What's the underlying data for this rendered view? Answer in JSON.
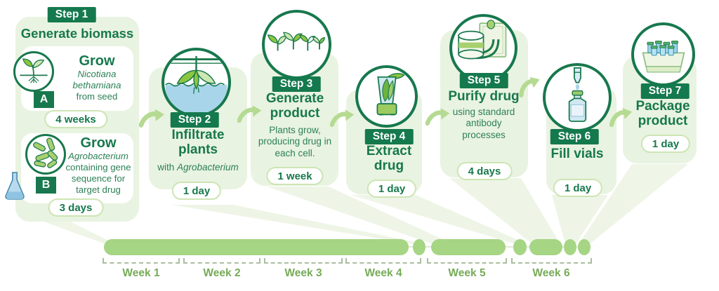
{
  "steps": [
    {
      "badge": "Step 1",
      "title": "Generate biomass",
      "branches": [
        {
          "label": "A",
          "action": "Grow",
          "species": "Nicotiana bethamiana",
          "detail": "from seed",
          "duration": "4 weeks",
          "icon": "seedling-icon"
        },
        {
          "label": "B",
          "action": "Grow",
          "species": "Agrobacterium",
          "detail": "containing gene sequence for target drug",
          "duration": "3 days",
          "icon": "bacteria-icon"
        }
      ]
    },
    {
      "badge": "Step 2",
      "title": "Infiltrate\nplants",
      "subtitle_prefix": "with ",
      "subtitle_species": "Agrobacterium",
      "duration": "1 day",
      "icon": "plant-infiltration-icon"
    },
    {
      "badge": "Step 3",
      "title": "Generate\nproduct",
      "description": "Plants grow, producing drug in each cell.",
      "duration": "1 week",
      "icon": "seedlings-row-icon"
    },
    {
      "badge": "Step 4",
      "title": "Extract\ndrug",
      "duration": "1 day",
      "icon": "blender-icon"
    },
    {
      "badge": "Step 5",
      "title": "Purify drug",
      "description": "using standard antibody processes",
      "duration": "4 days",
      "icon": "purification-icon"
    },
    {
      "badge": "Step 6",
      "title": "Fill vials",
      "duration": "1 day",
      "icon": "vial-dropper-icon"
    },
    {
      "badge": "Step 7",
      "title": "Package\nproduct",
      "duration": "1 day",
      "icon": "packaged-vials-icon"
    }
  ],
  "timeline": {
    "weeks": [
      "Week 1",
      "Week 2",
      "Week 3",
      "Week 4",
      "Week 5",
      "Week 6"
    ],
    "segments": [
      {
        "step": "Step 1",
        "shape": "bar",
        "duration": "4 weeks"
      },
      {
        "step": "Step 2",
        "shape": "dot",
        "duration": "1 day"
      },
      {
        "step": "Step 3",
        "shape": "bar",
        "duration": "1 week"
      },
      {
        "step": "Step 4",
        "shape": "dot",
        "duration": "1 day"
      },
      {
        "step": "Step 5",
        "shape": "bar",
        "duration": "4 days"
      },
      {
        "step": "Step 6",
        "shape": "dot",
        "duration": "1 day"
      },
      {
        "step": "Step 7",
        "shape": "dot",
        "duration": "1 day"
      }
    ]
  },
  "colors": {
    "dark_green": "#15794e",
    "light_block": "#e9f3e1",
    "bar_green": "#a6d584",
    "week_label_green": "#76ab58",
    "pill_border": "#cde5b4",
    "water_blue": "#a9d5ea",
    "leaf_green": "#8cc63f"
  }
}
